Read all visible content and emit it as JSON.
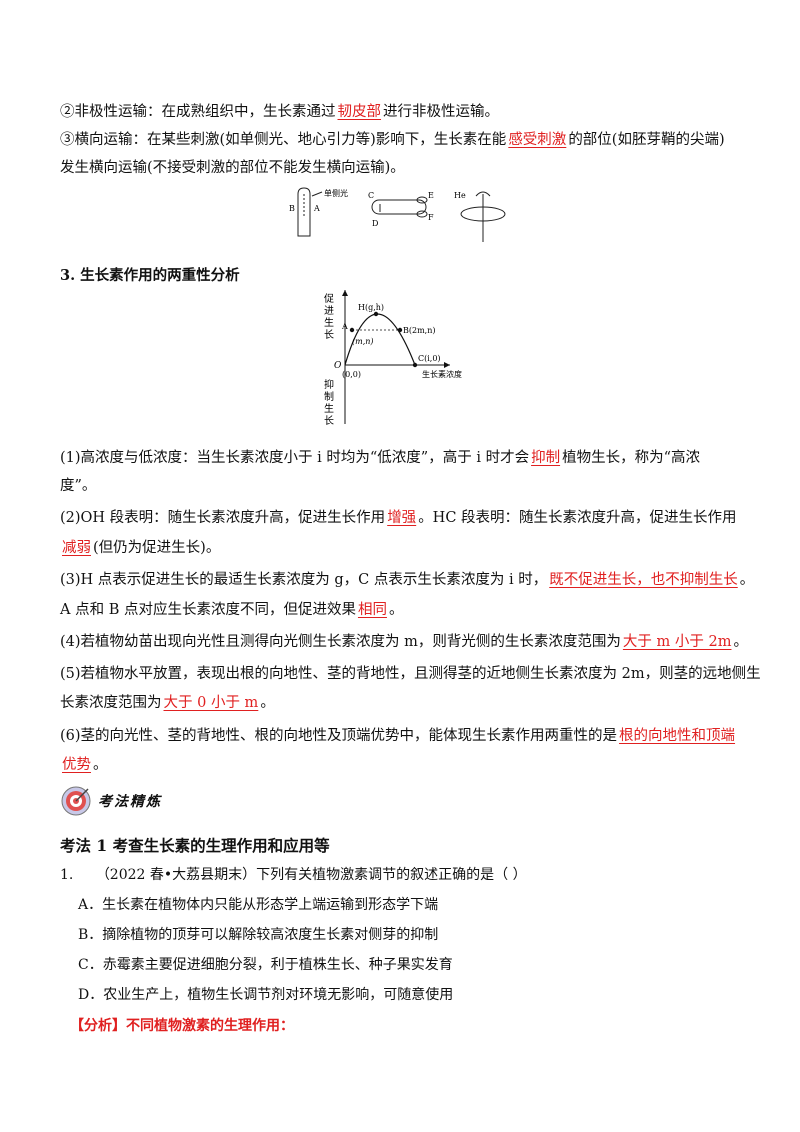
{
  "transport": {
    "item2_a": "②非极性运输：在成熟组织中，生长素通过",
    "item2_ans": "韧皮部",
    "item2_b": "进行非极性运输。",
    "item3_a": "③横向运输：在某些刺激(如单侧光、地心引力等)影响下，生长素在能",
    "item3_ans": "感受刺激",
    "item3_b": "的部位(如胚芽鞘的尖端)",
    "item3_c": "发生横向运输(不接受刺激的部位不能发生横向运输)。",
    "fig_labels": {
      "light": "单侧光",
      "b": "B",
      "a": "A",
      "c": "C",
      "d": "D",
      "e": "E",
      "f": "F",
      "he": "He"
    }
  },
  "section3": {
    "title": "3. 生长素作用的两重性分析"
  },
  "graph": {
    "y_up": [
      "促",
      "进",
      "生",
      "长"
    ],
    "y_down": [
      "抑",
      "制",
      "生",
      "长"
    ],
    "origin": "O",
    "origin_coord": "(0,0)",
    "x_label": "生长素浓度",
    "H": "H(g,h)",
    "A": "A",
    "B": "B(2m,n)",
    "mn": "(m,n)",
    "C": "C(i,0)"
  },
  "points": {
    "p1_a": "(1)高浓度与低浓度：当生长素浓度小于 i 时均为“低浓度”，高于 i 时才会",
    "p1_ans": "抑制",
    "p1_b": "植物生长，称为“高浓",
    "p1_c": "度”。",
    "p2_a": "(2)OH 段表明：随生长素浓度升高，促进生长作用",
    "p2_ans1": "增强",
    "p2_b": "。HC 段表明：随生长素浓度升高，促进生长作用",
    "p2_ans2": "减弱",
    "p2_c": "(但仍为促进生长)。",
    "p3_a": "(3)H 点表示促进生长的最适生长素浓度为 g，C 点表示生长素浓度为 i 时，",
    "p3_ans": "既不促进生长，也不抑制生长",
    "p3_b": "。",
    "p3_c": "A 点和 B 点对应生长素浓度不同，但促进效果",
    "p3_ans2": "相同",
    "p3_d": "。",
    "p4_a": "(4)若植物幼苗出现向光性且测得向光侧生长素浓度为 m，则背光侧的生长素浓度范围为",
    "p4_ans": "大于 m 小于 2m",
    "p4_b": "。",
    "p5_a": "(5)若植物水平放置，表现出根的向地性、茎的背地性，且测得茎的近地侧生长素浓度为 2m，则茎的远地侧生",
    "p5_b": "长素浓度范围为",
    "p5_ans": "大于 0 小于 m",
    "p5_c": "。",
    "p6_a": "(6)茎的向光性、茎的背地性、根的向地性及顶端优势中，能体现生长素作用两重性的是",
    "p6_ans1": "根的向地性和顶端",
    "p6_ans2": "优势",
    "p6_b": "。"
  },
  "banner": {
    "text": "考法精炼"
  },
  "method": {
    "title": "考法 1  考查生长素的生理作用和应用等"
  },
  "question": {
    "number": "1.",
    "stem": "（2022 春•大荔县期末）下列有关植物激素调节的叙述正确的是（        ）",
    "options": [
      "A．生长素在植物体内只能从形态学上端运输到形态学下端",
      "B．摘除植物的顶芽可以解除较高浓度生长素对侧芽的抑制",
      "C．赤霉素主要促进细胞分裂，利于植株生长、种子果实发育",
      "D．农业生产上，植物生长调节剂对环境无影响，可随意使用"
    ],
    "analysis": "【分析】不同植物激素的生理作用："
  },
  "colors": {
    "answer": "#e02020",
    "text": "#111111"
  }
}
